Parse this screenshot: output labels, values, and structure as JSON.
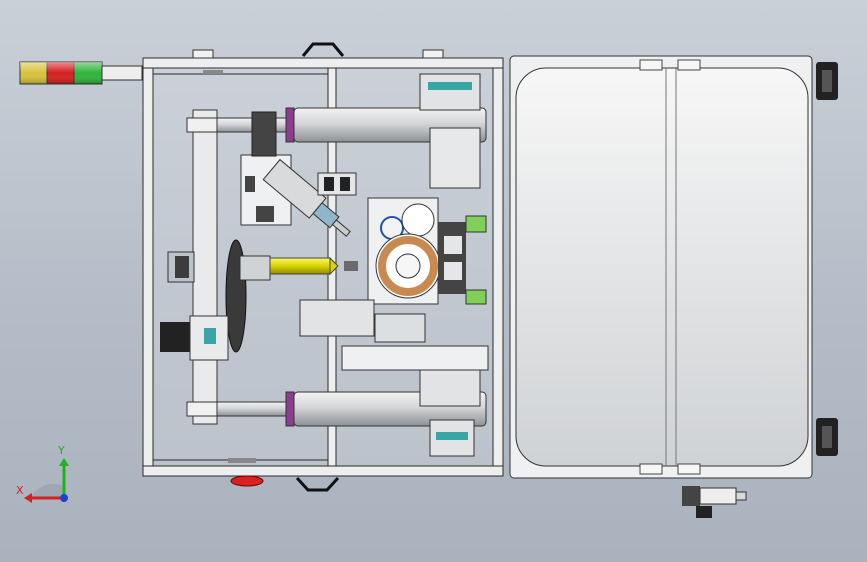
{
  "viewport": {
    "background_top": "#c9d0d8",
    "background_bottom": "#a9b2bd"
  },
  "colors": {
    "frame": "#e6e8ea",
    "frame_line": "#2b2b2b",
    "cylinder": "#d2d4d6",
    "cylinder_end": "#8a3e8c",
    "screwdriver": "#d8d400",
    "accent_teal": "#39a6a6",
    "accent_green": "#7fcf58",
    "accent_orange": "#c98a52",
    "stack_light_yellow": "#d8c23a",
    "stack_light_red": "#d61f1f",
    "stack_light_green": "#2fb43a",
    "handle_red": "#d82222"
  },
  "stack_light": {
    "segments": [
      "yellow",
      "red",
      "green"
    ]
  },
  "triad": {
    "x_label": "X",
    "y_label": "Y",
    "x_color": "#d62020",
    "y_color": "#20b020",
    "z_color": "#2040d0"
  },
  "icons": {
    "triad": "axis-triad-icon",
    "stack_light": "stack-light-icon"
  }
}
